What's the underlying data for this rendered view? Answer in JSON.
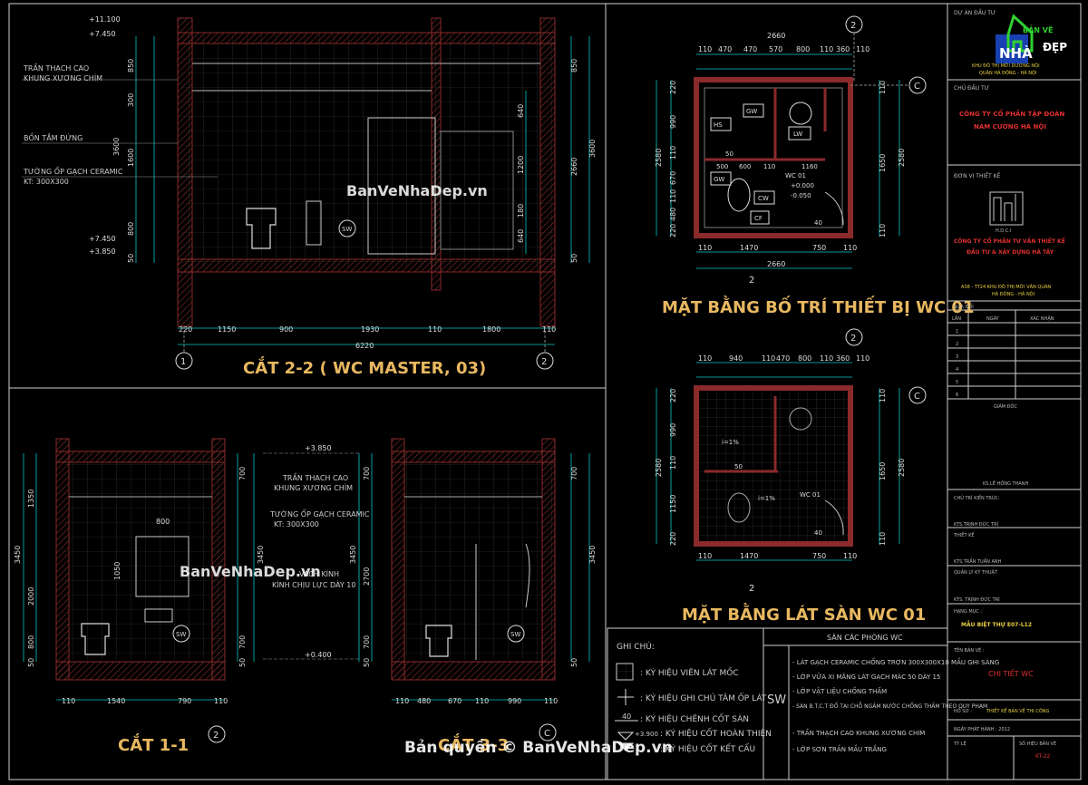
{
  "colors": {
    "wall": "#8a2a2a",
    "dim": "#00c8c8",
    "text": "#d8d8d8",
    "title": "#e8b860",
    "frame": "#cfcfcf",
    "green": "#30d030",
    "red": "#e03030",
    "yellow": "#d8d040",
    "blue": "#2050d0"
  },
  "section22": {
    "title": "CẮT 2-2 ( WC MASTER, 03)",
    "levels": [
      "+11.100",
      "+7.450",
      "+7.450",
      "+3.850"
    ],
    "notes": [
      "TRẦN THẠCH CAO",
      "KHUNG XƯƠNG CHÌM",
      "BỒN TẮM ĐỨNG",
      "TƯỜNG ỐP GẠCH CERAMIC",
      "KT: 300X300"
    ],
    "dims_left": [
      "850",
      "300",
      "1600",
      "800",
      "50",
      "3600"
    ],
    "dims_mid": [
      "640",
      "1200",
      "180",
      "640"
    ],
    "dims_right": [
      "850",
      "2660",
      "3600",
      "50"
    ],
    "dims_bottom": [
      "220",
      "1150",
      "900",
      "1930",
      "110",
      "1800",
      "110"
    ],
    "total": "6220",
    "axes": [
      "1",
      "2"
    ],
    "sw": "SW"
  },
  "planDevice": {
    "title": "MẶT BẰNG BỐ TRÍ THIẾT BỊ WC 01",
    "axisTop": "2",
    "axisSide": "C",
    "axisBottom": "2",
    "dims_top": [
      "2660",
      "110",
      "470",
      "470",
      "570",
      "800",
      "110",
      "360",
      "110"
    ],
    "dims_bottom": [
      "110",
      "1470",
      "750",
      "110",
      "2660"
    ],
    "dims_left": [
      "220",
      "990",
      "110",
      "670",
      "110",
      "480",
      "220",
      "2580"
    ],
    "dims_right": [
      "110",
      "1650",
      "110",
      "2580"
    ],
    "labels": [
      "HS",
      "GW",
      "LW",
      "GW",
      "CW",
      "CF",
      "50",
      "500",
      "600",
      "110",
      "1160",
      "40"
    ],
    "room": "WC 01",
    "lvl1": "+0.000",
    "lvl2": "-0.050"
  },
  "planFloor": {
    "title": "MẶT BẰNG LÁT SÀN WC 01",
    "axisTop": "2",
    "axisSide": "C",
    "axisBottom": "2",
    "dims_top": [
      "110",
      "940",
      "110",
      "470",
      "800",
      "110",
      "360",
      "110"
    ],
    "dims_bottom": [
      "110",
      "1470",
      "750",
      "110"
    ],
    "dims_left": [
      "220",
      "990",
      "110",
      "1150",
      "220",
      "2580"
    ],
    "dims_right": [
      "110",
      "1650",
      "110",
      "2580"
    ],
    "labels": [
      "50",
      "i=1%",
      "i=1%",
      "40"
    ],
    "room": "WC 01"
  },
  "section11": {
    "title": "CẮT 1-1",
    "axis": "2",
    "dims_left": [
      "1350",
      "2000",
      "800",
      "50",
      "3450"
    ],
    "dims_mid": [
      "700",
      "3450",
      "700",
      "50"
    ],
    "dims_bottom": [
      "110",
      "1540",
      "790",
      "110"
    ],
    "dims_width": [
      "800",
      "1050"
    ],
    "sw": "SW"
  },
  "section33": {
    "title": "CẮT 3-3",
    "axis": "C",
    "dims_left": [
      "700",
      "3450",
      "2700",
      "700",
      "50"
    ],
    "dims_right": [
      "700",
      "3450",
      "50"
    ],
    "dims_bottom": [
      "110",
      "480",
      "670",
      "110",
      "990",
      "110"
    ],
    "sw": "SW"
  },
  "centerNotes": {
    "lvlTop": "+3.850",
    "n1": "TRẦN THẠCH CAO",
    "n2": "KHUNG XƯƠNG CHÌM",
    "n3": "TƯỜNG ỐP GẠCH CERAMIC",
    "n4": "KT: 300X300",
    "n5": "VÁCH KÍNH",
    "n6": "KÍNH CHỊU LỰC DÀY 10",
    "lvlBot": "+0.400"
  },
  "legend": {
    "title": "GHI CHÚ:",
    "items": [
      ": KÝ HIỆU VIÊN LÁT MỐC",
      ": KÝ HIỆU GHI CHÚ TÂM ỐP LÁT",
      ": KÝ HIỆU CHÊNH CỐT SÀN",
      ": KÝ HIỆU CỐT HOÀN THIỆN",
      ": KÝ HIỆU CỐT KẾT CẤU"
    ],
    "sym40": "40",
    "symLvl": "+3.900",
    "floorTitle": "SÀN CÁC PHÒNG WC",
    "sw": "SW",
    "layers": [
      "- LÁT GẠCH CERAMIC CHỐNG TRƠN 300X300X10 MẦU GHI SÁNG",
      "- LỚP VỮA XI MĂNG LÁT GẠCH MÁC 50 DÀY 15",
      "- LỚP VẬT LIỆU CHỐNG THẤM",
      "- SÀN B.T.C.T ĐỔ TẠI CHỖ NGÂM NƯỚC CHỐNG THẤM THEO QUY PHẠM",
      "- TRẦN THẠCH CAO KHUNG XƯƠNG CHÌM",
      "- LỚP SƠN TRẦN MẦU TRẮNG"
    ]
  },
  "titleBlock": {
    "projectLabel": "DỰ ÁN ĐẦU TƯ",
    "logoText1": "BẢN VẼ",
    "logoText2": "NHÀ",
    "logoText3": "ĐẸP",
    "projectLoc1": "KHU ĐÔ THỊ MỚI DƯƠNG NỘI",
    "projectLoc2": "QUẬN HÀ ĐÔNG - HÀ NỘI",
    "ownerLabel": "CHỦ ĐẦU TƯ",
    "owner1": "CÔNG TY CỔ PHẦN TẬP ĐOÀN",
    "owner2": "NAM CƯỜNG HÀ NỘI",
    "designLabel": "ĐƠN VỊ THIẾT KẾ",
    "hdci": "H.D.C.I",
    "designer1": "CÔNG TY CỔ PHẦN TƯ VẤN THIẾT KẾ",
    "designer2": "ĐẦU TƯ & XÂY DỰNG HÀ TÂY",
    "addr1": "A38 - TT24 KHU ĐÔ THỊ MỚI VĂN QUÁN",
    "addr2": "HÀ ĐÔNG - HÀ NỘI",
    "revLabel": "SỬA ĐỔI",
    "revCols": [
      "LẦN",
      "NGÀY",
      "XÁC NHẬN"
    ],
    "revRows": [
      "1",
      "2",
      "3",
      "4",
      "5",
      "6"
    ],
    "director": "GIÁM ĐỐC",
    "directorName": "KS.LÊ HỒNG THANH",
    "chiefArch": "CHỦ TRÌ KIẾN TRÚC:",
    "chiefArchName": "KTS.TRỊNH ĐỨC TRÍ",
    "design": "THIẾT KẾ",
    "designName": "KTS.TRẦN TUẤN ANH",
    "qc": "QUẢN LÝ KỸ THUẬT",
    "qcName": "KTS. TRỊNH ĐỨC TRÍ",
    "itemLabel": "HẠNG MỤC :",
    "item": "MẪU BIỆT THỰ E07-L12",
    "sheetLabel": "TÊN BẢN VẼ :",
    "sheet": "CHI TIẾT WC",
    "fileLabel": "HỒ SƠ :",
    "file": "THIẾT KẾ BẢN VẼ THI CÔNG",
    "dateLabel": "NGÀY PHÁT HÀNH : 2012",
    "scaleLabel": "TỶ LỆ",
    "numLabel": "SỐ HIỆU BẢN VẼ",
    "num": "KT-22"
  },
  "watermarks": {
    "w1": "BanVeNhaDep.vn",
    "w2": "BanVeNhaDep.vn",
    "w3": "Bản quyền © BanVeNhaDep.vn"
  }
}
